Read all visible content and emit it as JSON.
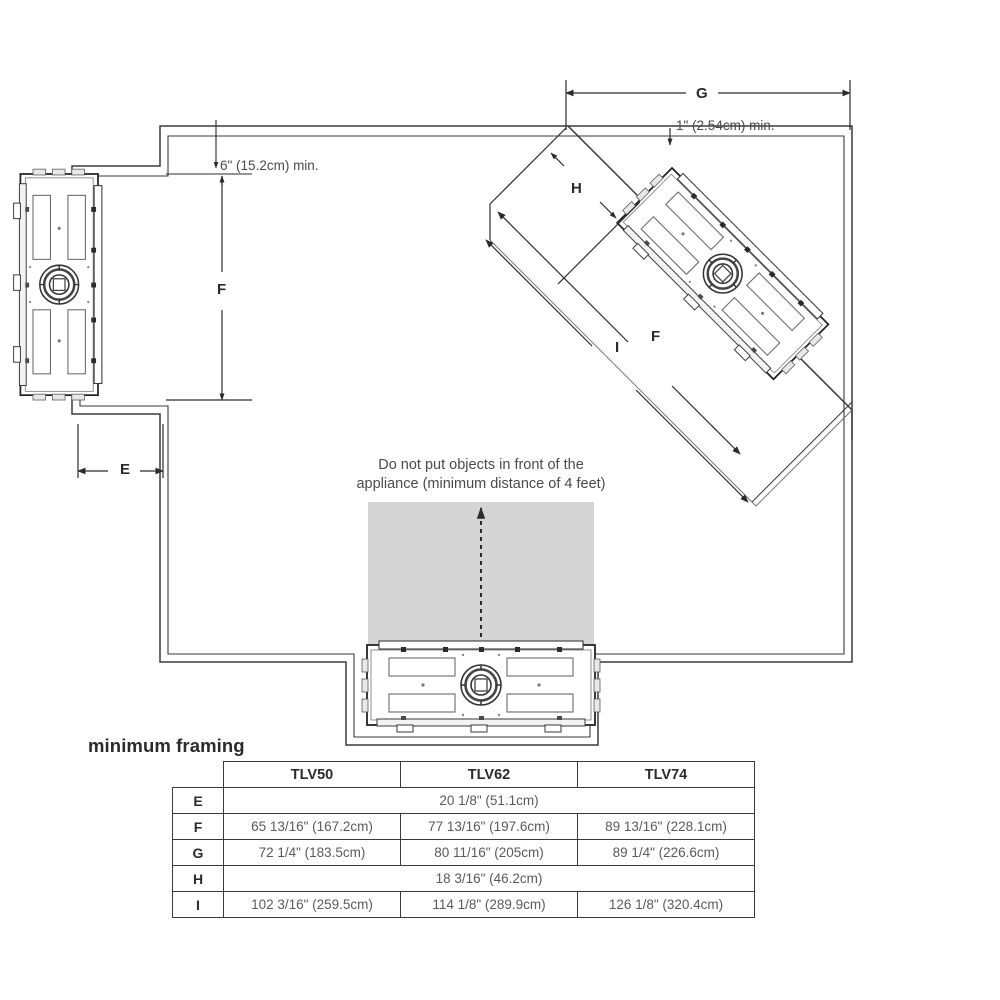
{
  "diagram": {
    "kind": "minimum-framing-clearance-plan",
    "notes": {
      "top_left_clearance": "6\" (15.2cm) min.",
      "top_right_clearance": "1\" (2.54cm) min.",
      "center_warning_line1": "Do not put objects in front of the",
      "center_warning_line2": "appliance (minimum distance of 4 feet)"
    },
    "dimension_labels": {
      "E": "E",
      "F_left": "F",
      "F_corner": "F",
      "G": "G",
      "H": "H",
      "I": "I"
    },
    "colors": {
      "line": "#3a3a3a",
      "unit_line": "#222222",
      "keepout_fill": "#d4d4d4",
      "text": "#4a4a4a",
      "label": "#2b2b2b"
    },
    "appliances": [
      {
        "name": "left-wall-appliance",
        "orientation": "vertical"
      },
      {
        "name": "corner-appliance",
        "orientation": "diagonal-45"
      },
      {
        "name": "bottom-wall-appliance",
        "orientation": "horizontal"
      }
    ]
  },
  "framing": {
    "title": "minimum framing",
    "columns": [
      "",
      "TLV50",
      "TLV62",
      "TLV74"
    ],
    "rows": [
      {
        "key": "E",
        "span": true,
        "values": [
          "20 1/8\" (51.1cm)"
        ]
      },
      {
        "key": "F",
        "span": false,
        "values": [
          "65 13/16\" (167.2cm)",
          "77 13/16\" (197.6cm)",
          "89 13/16\" (228.1cm)"
        ]
      },
      {
        "key": "G",
        "span": false,
        "values": [
          "72 1/4\" (183.5cm)",
          "80 11/16\" (205cm)",
          "89 1/4\" (226.6cm)"
        ]
      },
      {
        "key": "H",
        "span": true,
        "values": [
          "18 3/16\" (46.2cm)"
        ]
      },
      {
        "key": "I",
        "span": false,
        "values": [
          "102 3/16\" (259.5cm)",
          "114 1/8\" (289.9cm)",
          "126 1/8\" (320.4cm)"
        ]
      }
    ]
  },
  "chart_data": {
    "type": "table",
    "title": "minimum framing",
    "categories": [
      "TLV50",
      "TLV62",
      "TLV74"
    ],
    "series": [
      {
        "name": "E",
        "values": [
          "20 1/8\" (51.1cm)",
          "20 1/8\" (51.1cm)",
          "20 1/8\" (51.1cm)"
        ]
      },
      {
        "name": "F",
        "values": [
          "65 13/16\" (167.2cm)",
          "77 13/16\" (197.6cm)",
          "89 13/16\" (228.1cm)"
        ]
      },
      {
        "name": "G",
        "values": [
          "72 1/4\" (183.5cm)",
          "80 11/16\" (205cm)",
          "89 1/4\" (226.6cm)"
        ]
      },
      {
        "name": "H",
        "values": [
          "18 3/16\" (46.2cm)",
          "18 3/16\" (46.2cm)",
          "18 3/16\" (46.2cm)"
        ]
      },
      {
        "name": "I",
        "values": [
          "102 3/16\" (259.5cm)",
          "114 1/8\" (289.9cm)",
          "126 1/8\" (320.4cm)"
        ]
      }
    ]
  }
}
